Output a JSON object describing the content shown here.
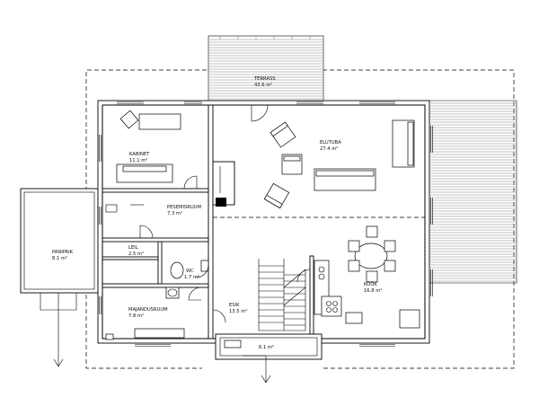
{
  "rooms": [
    {
      "id": "terrass",
      "name": "TERRASS",
      "area": "43.6"
    },
    {
      "id": "kabinet",
      "name": "KABINET",
      "area": "11.1"
    },
    {
      "id": "eluruum",
      "name": "ELUTUBA",
      "area": "27.4"
    },
    {
      "id": "pesemis",
      "name": "PESEMISRUUM",
      "area": "7.3"
    },
    {
      "id": "saun",
      "name": "LEIL",
      "area": "2.5"
    },
    {
      "id": "wc",
      "name": "WC",
      "area": "1.7"
    },
    {
      "id": "kook",
      "name": "KÖÖK",
      "area": "16.8"
    },
    {
      "id": "majandus",
      "name": "MAJANDUSRUUM",
      "area": "7.8"
    },
    {
      "id": "esik",
      "name": "ESIK",
      "area": "13.5"
    },
    {
      "id": "varjualune",
      "name": "",
      "area": "6.1"
    },
    {
      "id": "panipaik",
      "name": "PANIPAIK",
      "area": "8.1"
    }
  ],
  "area_unit": "m²",
  "colors": {
    "line": "#000000",
    "deck": "#777777",
    "background": "#ffffff"
  }
}
